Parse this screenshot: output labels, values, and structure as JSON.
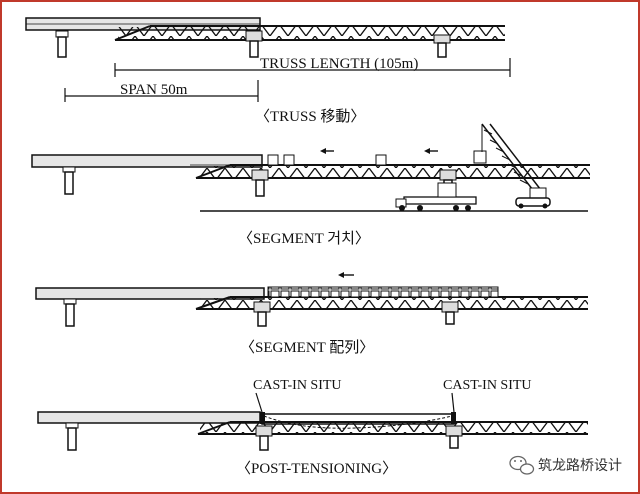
{
  "stage1": {
    "caption": "〈TRUSS 移動〉",
    "truss_length_label": "TRUSS LENGTH (105m)",
    "span_label": "SPAN 50m"
  },
  "stage2": {
    "caption": "〈SEGMENT 거치〉"
  },
  "stage3": {
    "caption": "〈SEGMENT 配列〉"
  },
  "stage4": {
    "caption": "〈POST-TENSIONING〉",
    "cast_left": "CAST-IN SITU",
    "cast_right": "CAST-IN SITU"
  },
  "watermark": {
    "text": "筑龙路桥设计",
    "icon": "wechat-icon"
  },
  "colors": {
    "frame": "#c0392b",
    "ink": "#111111",
    "deck": "#e6e6e6"
  }
}
